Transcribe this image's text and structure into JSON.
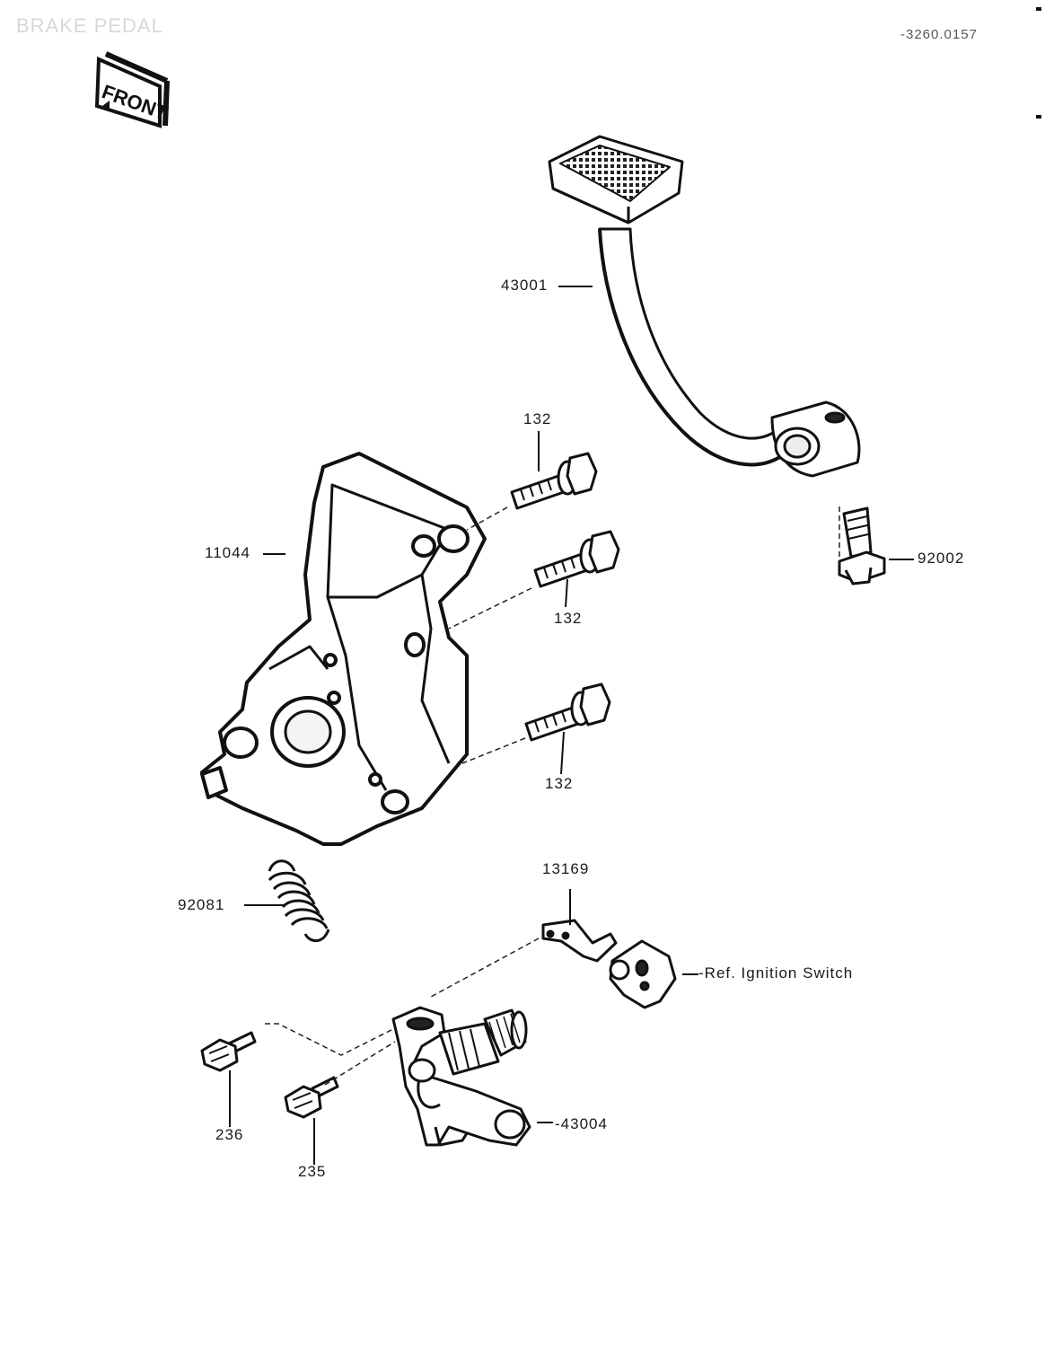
{
  "diagram": {
    "title": "BRAKE PEDAL",
    "code": "-3260.0157",
    "front_mark": "FRONT",
    "parts": [
      {
        "number": "43001"
      },
      {
        "number": "132"
      },
      {
        "number": "11044"
      },
      {
        "number": "132"
      },
      {
        "number": "92002"
      },
      {
        "number": "132"
      },
      {
        "number": "13169"
      },
      {
        "number": "92081"
      },
      {
        "number": "-Ref. Ignition Switch"
      },
      {
        "number": "236"
      },
      {
        "number": "-43004"
      },
      {
        "number": "235"
      }
    ]
  }
}
